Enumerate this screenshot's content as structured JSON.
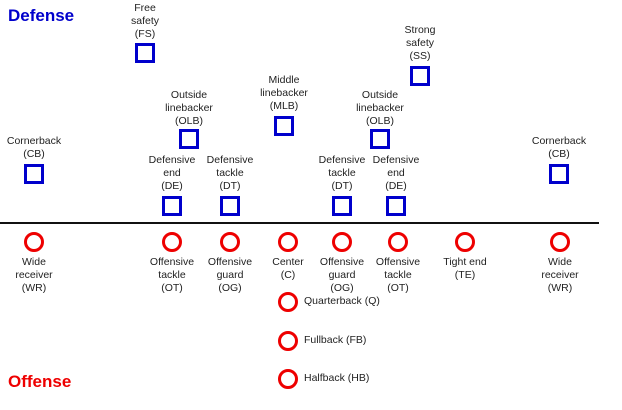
{
  "headings": {
    "defense": "Defense",
    "offense": "Offense"
  },
  "colors": {
    "defense": "#0000cc",
    "offense": "#ee0000",
    "line": "#111111"
  },
  "defense": [
    {
      "id": "fs",
      "lines": [
        "Free",
        "safety",
        "(FS)"
      ]
    },
    {
      "id": "ss",
      "lines": [
        "Strong",
        "safety",
        "(SS)"
      ]
    },
    {
      "id": "mlb",
      "lines": [
        "Middle",
        "linebacker",
        "(MLB)"
      ]
    },
    {
      "id": "olb-l",
      "lines": [
        "Outside",
        "linebacker",
        "(OLB)"
      ]
    },
    {
      "id": "olb-r",
      "lines": [
        "Outside",
        "linebacker",
        "(OLB)"
      ]
    },
    {
      "id": "cb-l",
      "lines": [
        "Cornerback",
        "(CB)"
      ]
    },
    {
      "id": "cb-r",
      "lines": [
        "Cornerback",
        "(CB)"
      ]
    },
    {
      "id": "de-l",
      "lines": [
        "Defensive",
        "end",
        "(DE)"
      ]
    },
    {
      "id": "dt-l",
      "lines": [
        "Defensive",
        "tackle",
        "(DT)"
      ]
    },
    {
      "id": "dt-r",
      "lines": [
        "Defensive",
        "tackle",
        "(DT)"
      ]
    },
    {
      "id": "de-r",
      "lines": [
        "Defensive",
        "end",
        "(DE)"
      ]
    }
  ],
  "offense": [
    {
      "id": "wr-l",
      "lines": [
        "Wide",
        "receiver",
        "(WR)"
      ]
    },
    {
      "id": "ot-l",
      "lines": [
        "Offensive",
        "tackle",
        "(OT)"
      ]
    },
    {
      "id": "og-l",
      "lines": [
        "Offensive",
        "guard",
        "(OG)"
      ]
    },
    {
      "id": "c",
      "lines": [
        "Center",
        "(C)"
      ]
    },
    {
      "id": "og-r",
      "lines": [
        "Offensive",
        "guard",
        "(OG)"
      ]
    },
    {
      "id": "ot-r",
      "lines": [
        "Offensive",
        "tackle",
        "(OT)"
      ]
    },
    {
      "id": "te",
      "lines": [
        "Tight end",
        "(TE)"
      ]
    },
    {
      "id": "wr-r",
      "lines": [
        "Wide",
        "receiver",
        "(WR)"
      ]
    }
  ],
  "backfield": [
    {
      "id": "qb",
      "label": "Quarterback (Q)"
    },
    {
      "id": "fb",
      "label": "Fullback (FB)"
    },
    {
      "id": "hb",
      "label": "Halfback (HB)"
    }
  ]
}
